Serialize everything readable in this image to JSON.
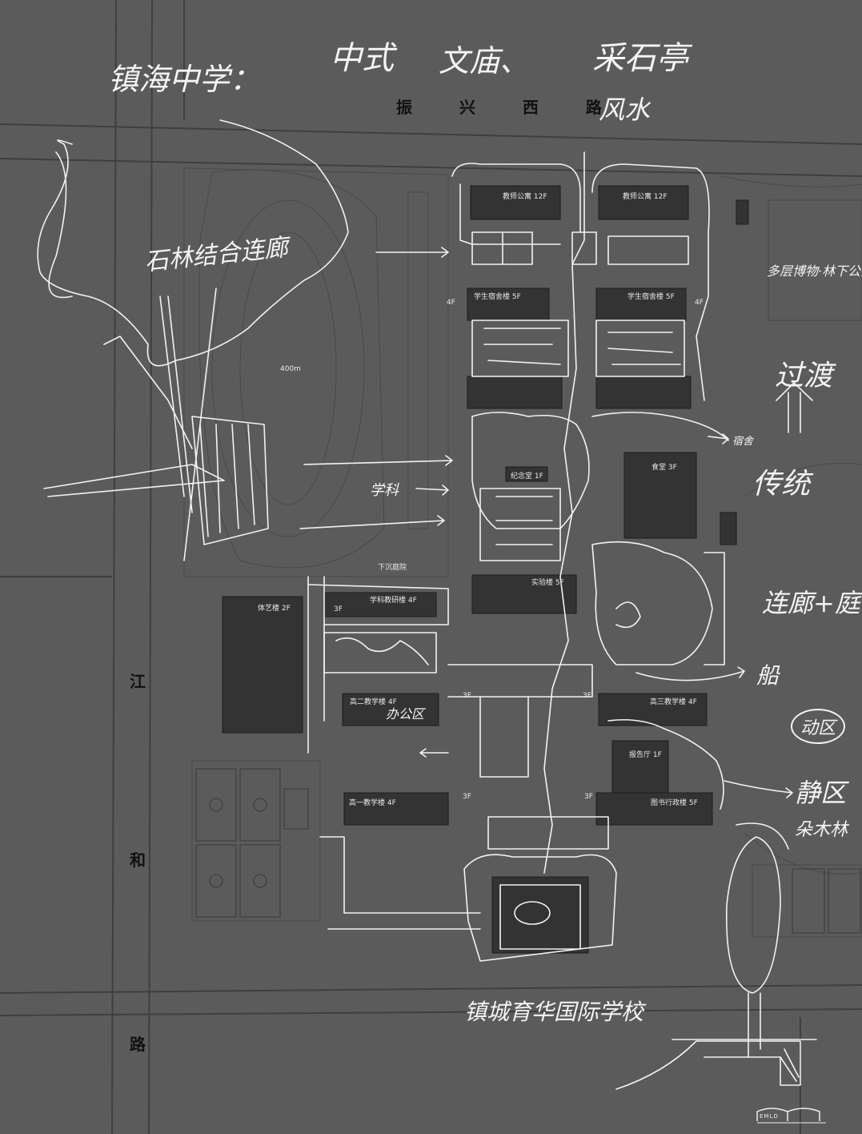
{
  "roads": {
    "north": "振 兴 西 路",
    "west_1": "江",
    "west_2": "和",
    "west_3": "路"
  },
  "sketch_notes": {
    "title": "镇海中学：",
    "style": "中式",
    "temple": "文庙、",
    "pavilion": "采石亭",
    "fengshui": "风水",
    "forest": "石林结合连廊",
    "vertical_park": "多层博物·林下公共节点",
    "transition": "过渡",
    "tradition": "传统",
    "corridor_yard": "连廊+庭院",
    "boat": "船",
    "active_zone": "动区",
    "quiet_zone": "静区",
    "arbor": "朵木林",
    "office": "办公区",
    "dorm_area": "宿舍",
    "academic": "学科",
    "school_name": "镇城育华国际学校"
  },
  "building_labels": {
    "teacher_apt_w": "教师公寓 12F",
    "teacher_apt_e": "教师公寓 12F",
    "dorm_w": "学生宿舍楼 5F",
    "dorm_e": "学生宿舍楼 5F",
    "f4_w": "4F",
    "f4_e": "4F",
    "track": "400m",
    "memorial": "纪念堂 1F",
    "canteen": "食堂 3F",
    "sunken_court": "下沉庭院",
    "lab": "实验楼 5F",
    "subject": "学科教研楼 4F",
    "sports_art": "体艺楼 2F",
    "f3_a": "3F",
    "gr2": "高二教学楼 4F",
    "f3_b": "3F",
    "gr3": "高三教学楼 4F",
    "f3_c": "3F",
    "report": "报告厅 1F",
    "gr1": "高一教学楼 4F",
    "f3_d": "3F",
    "f3_e": "3F",
    "library": "图书行政楼 5F"
  },
  "logo": "EMLD",
  "colors": {
    "background": "#5b5b5b",
    "plan_lines": "#3f3f3f",
    "sketch": "#f4f4f4"
  }
}
